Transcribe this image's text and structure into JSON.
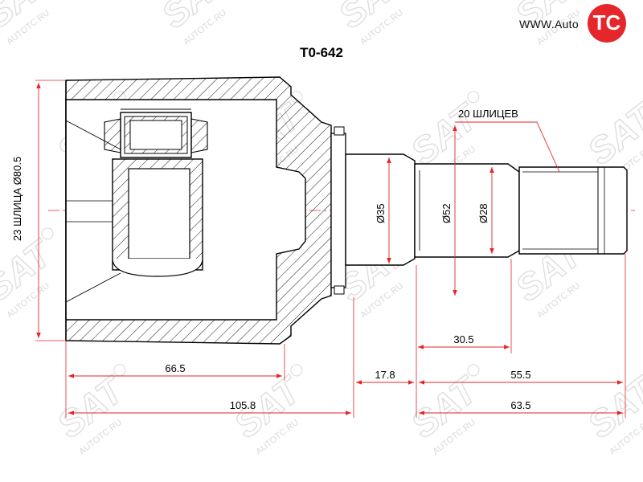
{
  "header": {
    "part_number": "T0-642",
    "site_url": "WWW.Auto",
    "logo_letters": "TC"
  },
  "watermark": {
    "text": "AUTOTC.RU",
    "logo_text": "SAT"
  },
  "dimensions": {
    "outer_diameter": "23 ШЛИЦА Ø80.5",
    "d35": "Ø35",
    "d52": "Ø52",
    "d28": "Ø28",
    "splines_label": "20 ШЛИЦЕВ",
    "len_30_5": "30.5",
    "len_66_5": "66.5",
    "len_17_8": "17.8",
    "len_55_5": "55.5",
    "len_105_8": "105.8",
    "len_63_5": "63.5"
  },
  "colors": {
    "line": "#000000",
    "hatch": "#000000",
    "dim_red": "#e5262b",
    "watermark": "#dedede",
    "logo": "#e5262b"
  }
}
